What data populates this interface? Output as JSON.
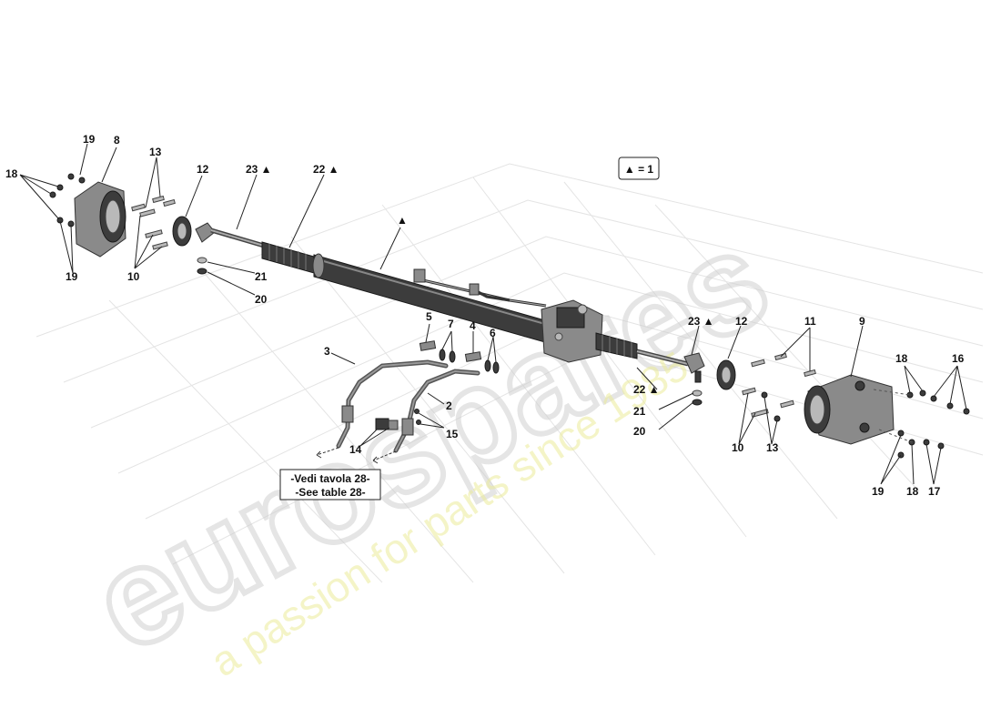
{
  "watermark": {
    "brand": "eurospares",
    "slogan": "a passion for parts since 1985"
  },
  "legend": {
    "triangle_equals": "▲ = 1"
  },
  "reference_box": {
    "line1": "-Vedi tavola 28-",
    "line2": "-See table 28-"
  },
  "callouts": {
    "c19_tl": "19",
    "c8": "8",
    "c13_tl": "13",
    "c18_tl": "18",
    "c19_bl": "19",
    "c10_tl": "10",
    "c12_tl": "12",
    "c21_tl": "21",
    "c20_tl": "20",
    "c23_tl": "23 ▲",
    "c22_tl": "22 ▲",
    "c_rack": "▲",
    "c3": "3",
    "c5": "5",
    "c7": "7",
    "c4": "4",
    "c6": "6",
    "c2": "2",
    "c15": "15",
    "c14": "14",
    "c23_r": "23 ▲",
    "c12_r": "12",
    "c11": "11",
    "c9": "9",
    "c22_r": "22 ▲",
    "c21_r": "21",
    "c20_r": "20",
    "c18_r": "18",
    "c16": "16",
    "c10_r": "10",
    "c13_r": "13",
    "c19_r": "19",
    "c18_rb": "18",
    "c17": "17"
  },
  "colors": {
    "part_dark": "#3c3c3c",
    "part_mid": "#8a8a8a",
    "watermark_gray": "#d0d0d0",
    "watermark_yellow": "#ecec9a"
  }
}
